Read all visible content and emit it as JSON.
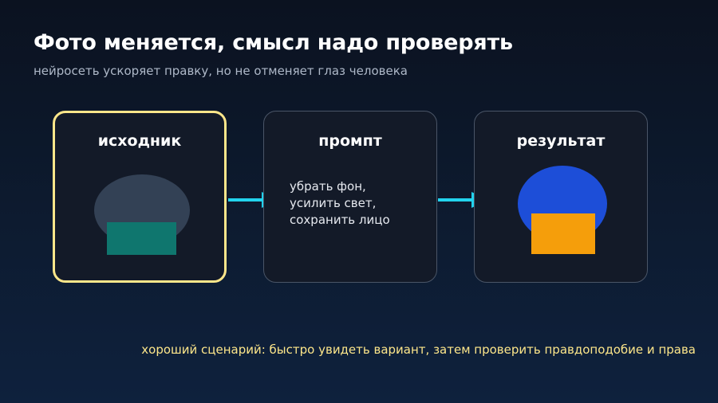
{
  "header": {
    "title": "Фото меняется, смысл надо проверять",
    "subtitle": "нейросеть ускоряет правку, но не отменяет глаз человека"
  },
  "cards": [
    {
      "title": "исходник",
      "highlighted": true
    },
    {
      "title": "промпт",
      "lines": [
        "убрать фон,",
        "усилить свет,",
        "сохранить лицо"
      ]
    },
    {
      "title": "результат"
    }
  ],
  "footer": {
    "note": "хороший сценарий: быстро увидеть вариант, затем проверить правдоподобие и права"
  },
  "colors": {
    "highlight_border": "#fde68a",
    "arrow": "#22d3ee",
    "source_head": "#334155",
    "source_body": "#0f766e",
    "result_head": "#1d4ed8",
    "result_body": "#f59e0b",
    "footer_text": "#fde68a"
  }
}
